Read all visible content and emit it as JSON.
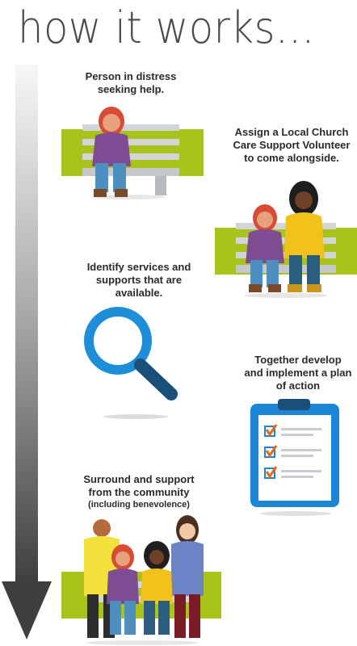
{
  "title": "how it works...",
  "steps": [
    {
      "text": "Person in distress seeking help."
    },
    {
      "text": "Assign a Local Church Care Support Volunteer to come alongside."
    },
    {
      "text": "Identify services and supports that are available."
    },
    {
      "text": "Together develop and implement a plan of action"
    },
    {
      "text": "Surround and support from the community",
      "sub": "(including benevolence)"
    }
  ],
  "colors": {
    "title": "#4a4a4a",
    "bench_green": "#a9c31a",
    "bench_gray": "#cfd3d6",
    "magnifier_blue": "#1f8ed8",
    "clipboard_blue": "#1c86d6",
    "check_orange": "#e8671d",
    "purple_shirt": "#7e4c93",
    "yellow_shirt": "#f0c21a"
  },
  "icons": [
    "arrow-down-gradient",
    "bench-person-icon",
    "bench-two-people-icon",
    "magnifier-icon",
    "clipboard-checklist-icon",
    "community-bench-icon"
  ]
}
